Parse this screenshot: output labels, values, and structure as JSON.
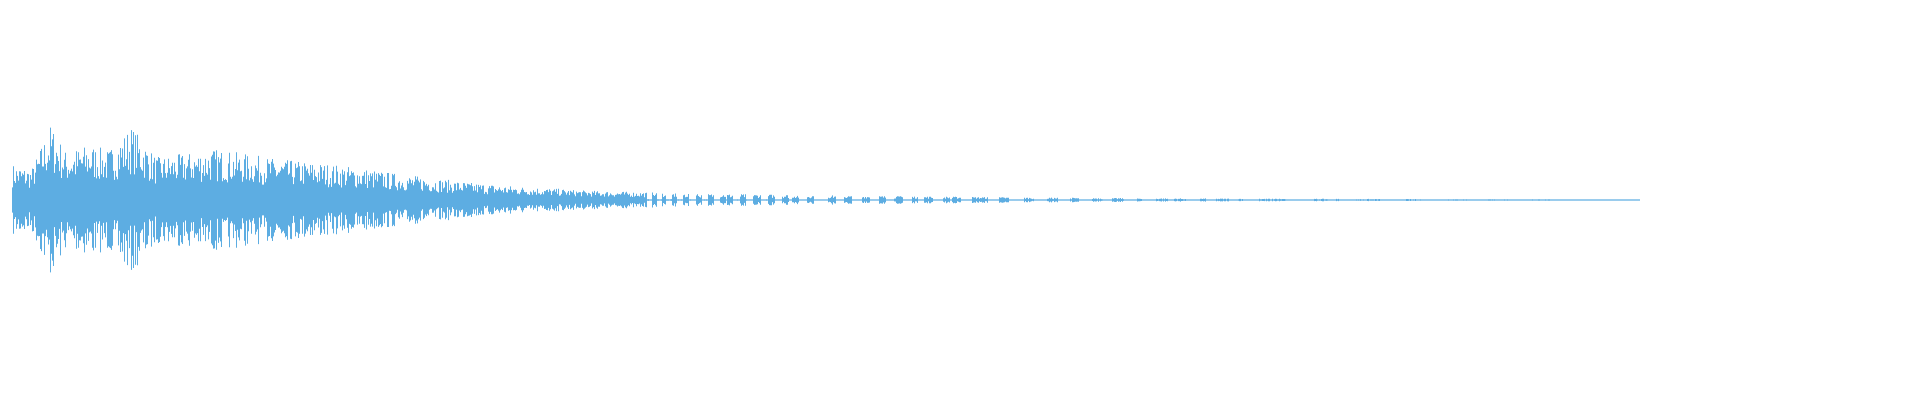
{
  "waveform": {
    "color": "#5DADE2",
    "background": "#FFFFFF",
    "envelope": [
      [
        0.0,
        0.46
      ],
      [
        0.01,
        0.4
      ],
      [
        0.02,
        0.98
      ],
      [
        0.028,
        0.62
      ],
      [
        0.04,
        0.72
      ],
      [
        0.05,
        0.64
      ],
      [
        0.062,
        0.95
      ],
      [
        0.075,
        0.55
      ],
      [
        0.09,
        0.6
      ],
      [
        0.105,
        0.66
      ],
      [
        0.125,
        0.58
      ],
      [
        0.14,
        0.52
      ],
      [
        0.16,
        0.48
      ],
      [
        0.18,
        0.42
      ],
      [
        0.2,
        0.34
      ],
      [
        0.22,
        0.28
      ],
      [
        0.24,
        0.22
      ],
      [
        0.26,
        0.18
      ],
      [
        0.28,
        0.15
      ],
      [
        0.3,
        0.12
      ],
      [
        0.33,
        0.1
      ],
      [
        0.36,
        0.08
      ],
      [
        0.4,
        0.07
      ],
      [
        0.44,
        0.055
      ],
      [
        0.48,
        0.045
      ],
      [
        0.52,
        0.035
      ],
      [
        0.56,
        0.028
      ],
      [
        0.6,
        0.022
      ],
      [
        0.65,
        0.018
      ],
      [
        0.7,
        0.014
      ],
      [
        0.76,
        0.011
      ],
      [
        0.82,
        0.009
      ],
      [
        0.85,
        0.006
      ],
      [
        0.855,
        0.0
      ]
    ]
  }
}
